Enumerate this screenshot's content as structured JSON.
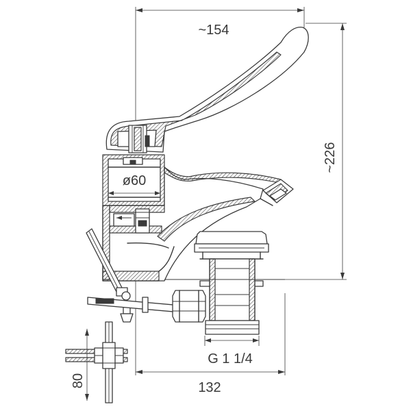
{
  "dimensions": {
    "width_label": "~154",
    "height_label": "~226",
    "diameter_label": "ø60",
    "thread_label": "G 1 1/4",
    "base_label": "132",
    "thickness_label": "80"
  },
  "colors": {
    "line": "#3a3a3a",
    "background": "#ffffff"
  }
}
